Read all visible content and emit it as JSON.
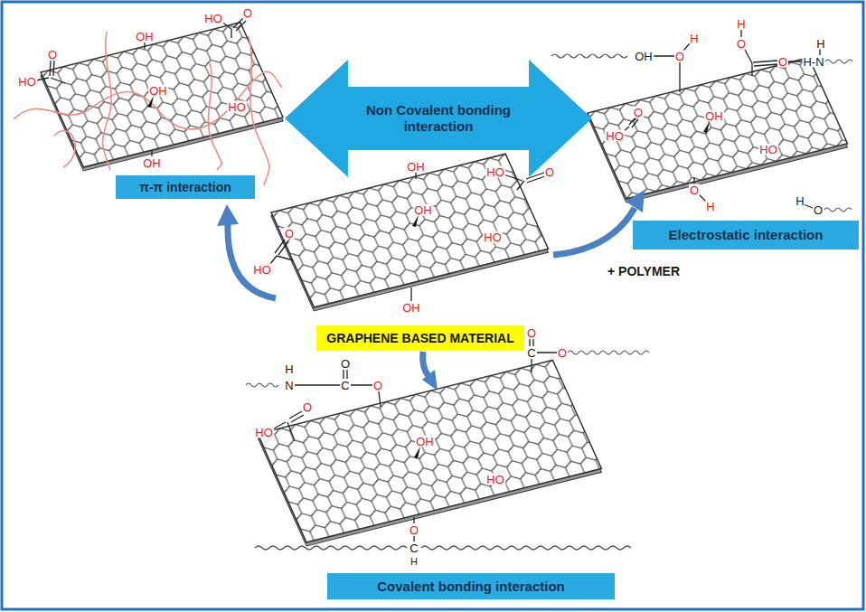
{
  "diagram": {
    "nodes": [
      {
        "text": [
          "Non Covalent bonding interaction"
        ]
      },
      {
        "text": [
          "π-π interaction"
        ]
      },
      {
        "text": [
          "Electrostatic interaction"
        ]
      },
      {
        "text": [
          "GRAPHENE BASED MATERIAL"
        ]
      },
      {
        "text": [
          "Covalent bonding interaction"
        ]
      }
    ],
    "labels": [
      "OH",
      "HO",
      "O",
      "O",
      "HO",
      "OH",
      "HO",
      "OH",
      "OH",
      "HO",
      "O",
      "OH",
      "O",
      "HO",
      "HO",
      "OH",
      "OH",
      "O",
      "H",
      "H",
      "O",
      "O",
      "H-N",
      "H",
      "HO",
      "O",
      "OH",
      "HO",
      "O",
      "H",
      "H",
      "O",
      "+ POLYMER",
      "H",
      "N",
      "O",
      "C",
      "O",
      "O",
      "C",
      "O",
      "O",
      "HO",
      "OH",
      "HO",
      "O",
      "C",
      "H"
    ]
  }
}
